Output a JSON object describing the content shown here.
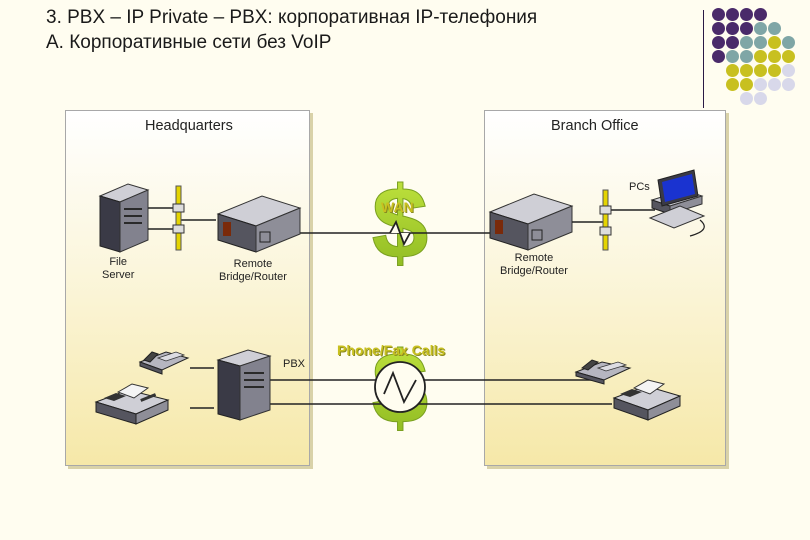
{
  "slide": {
    "title_line1": "3. PBX – IP Private – PBX: корпоративная IP-телефония",
    "title_line2": "А. Корпоративные сети без VoIP"
  },
  "headquarters": {
    "title": "Headquarters",
    "file_server_label": "File\nServer",
    "router_label": "Remote\nBridge/Router",
    "pbx_label": "PBX"
  },
  "branch": {
    "title": "Branch Office",
    "pcs_label": "PCs",
    "router_label": "Remote\nBridge/Router"
  },
  "links": {
    "wan_label": "WAN",
    "calls_label": "Phone/Fax Calls",
    "currency_symbol": "$"
  },
  "colors": {
    "plum": "#4a2a6a",
    "teal": "#7fa6a6",
    "olive": "#c8c020",
    "lavender": "#d8d8ea",
    "money_green": "#a6cc2a"
  }
}
